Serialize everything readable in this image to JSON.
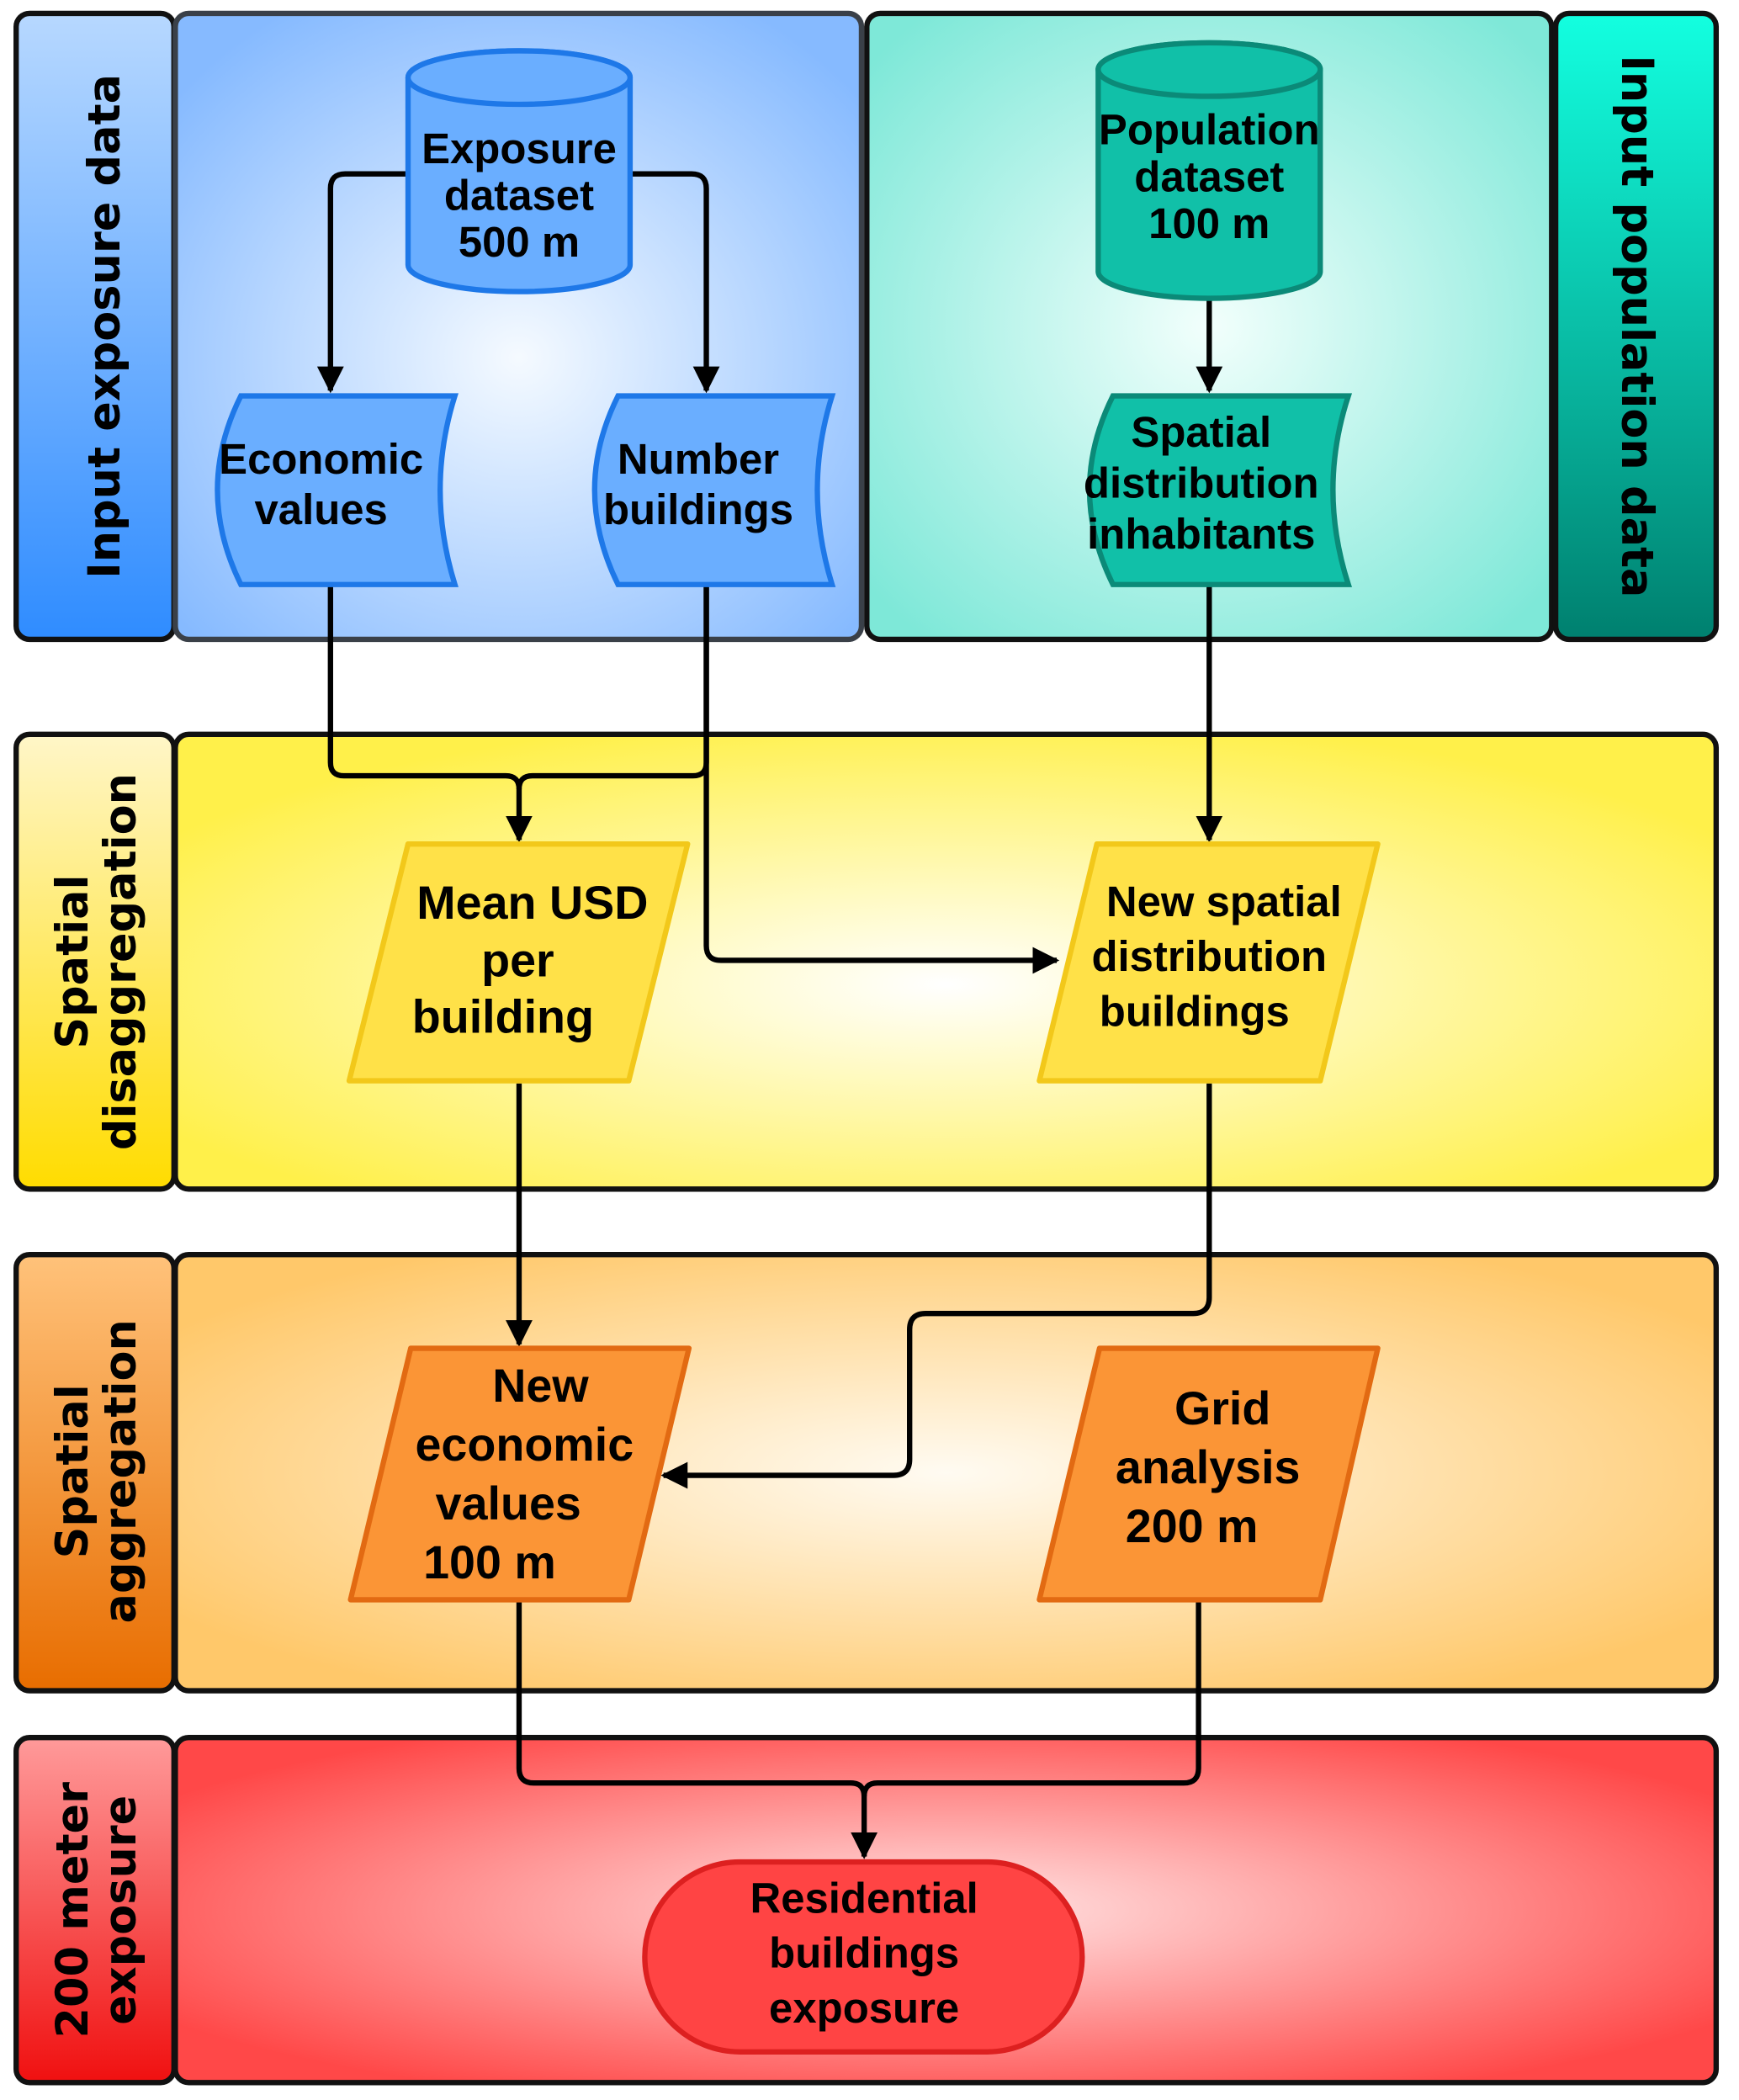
{
  "lanes": [
    {
      "id": "input-exposure",
      "label": [
        "Input exposure data"
      ],
      "color_light": "#b7d8ff",
      "color_dark": "#2f8cff"
    },
    {
      "id": "input-population",
      "label": [
        "Input population data"
      ],
      "color_light": "#13ffe0",
      "color_dark": "#008878"
    },
    {
      "id": "spatial-disaggregation",
      "label": [
        "Spatial",
        "disaggregation"
      ],
      "color_light": "#fff6c8",
      "color_dark": "#ffdc00"
    },
    {
      "id": "spatial-aggregation",
      "label": [
        "Spatial",
        "aggregation"
      ],
      "color_light": "#ffc27a",
      "color_dark": "#e86d00"
    },
    {
      "id": "exposure-200m",
      "label": [
        "200 meter",
        "exposure"
      ],
      "color_light": "#ff8a8a",
      "color_dark": "#f01010"
    }
  ],
  "nodes": {
    "exposure_dataset": {
      "shape": "database",
      "lines": [
        "Exposure",
        "dataset",
        "500 m"
      ]
    },
    "population_dataset": {
      "shape": "database",
      "lines": [
        "Population",
        "dataset",
        "100 m"
      ]
    },
    "economic_values": {
      "shape": "stored-data",
      "lines": [
        "Economic",
        "values"
      ]
    },
    "number_buildings": {
      "shape": "stored-data",
      "lines": [
        "Number",
        "buildings"
      ]
    },
    "spatial_distribution_inhabitants": {
      "shape": "stored-data",
      "lines": [
        "Spatial",
        "distribution",
        "inhabitants"
      ]
    },
    "mean_usd": {
      "shape": "parallelogram",
      "lines": [
        "Mean USD",
        "per",
        "building"
      ]
    },
    "new_spatial_distribution": {
      "shape": "parallelogram",
      "lines": [
        "New spatial",
        "distribution",
        "buildings"
      ]
    },
    "new_economic_values": {
      "shape": "parallelogram",
      "lines": [
        "New",
        "economic",
        "values",
        "100 m"
      ]
    },
    "grid_analysis": {
      "shape": "parallelogram",
      "lines": [
        "Grid",
        "analysis",
        "200 m"
      ]
    },
    "residential_exposure": {
      "shape": "terminator",
      "lines": [
        "Residential",
        "buildings",
        "exposure"
      ]
    }
  },
  "edges": [
    {
      "from": "exposure_dataset",
      "to": "economic_values"
    },
    {
      "from": "exposure_dataset",
      "to": "number_buildings"
    },
    {
      "from": "population_dataset",
      "to": "spatial_distribution_inhabitants"
    },
    {
      "from": "economic_values",
      "to": "mean_usd"
    },
    {
      "from": "number_buildings",
      "to": "mean_usd"
    },
    {
      "from": "number_buildings",
      "to": "new_spatial_distribution"
    },
    {
      "from": "spatial_distribution_inhabitants",
      "to": "new_spatial_distribution"
    },
    {
      "from": "mean_usd",
      "to": "new_economic_values"
    },
    {
      "from": "new_spatial_distribution",
      "to": "new_economic_values"
    },
    {
      "from": "new_economic_values",
      "to": "residential_exposure"
    },
    {
      "from": "grid_analysis",
      "to": "residential_exposure"
    }
  ],
  "colors": {
    "blue_node": "#6aaeff",
    "blue_stroke": "#1e78e8",
    "teal_node": "#11c0a8",
    "teal_stroke": "#0b8a78",
    "yellow_node": "#ffe148",
    "yellow_stroke": "#f2c81a",
    "orange_node": "#fb9536",
    "orange_stroke": "#e26a12",
    "red_node": "#ff4444",
    "red_stroke": "#dd2020"
  }
}
